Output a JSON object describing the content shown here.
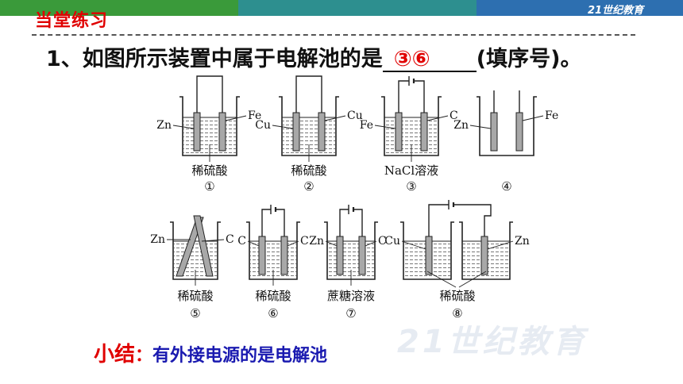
{
  "header": {
    "section_title": "当堂练习",
    "logo_text": "21世纪教育",
    "colors": {
      "band_green": "#3a9a3a",
      "band_teal": "#2d8f8f",
      "band_blue": "#2d6fb0",
      "title_red": "#e00000"
    }
  },
  "question": {
    "prefix": "1、如图所示装置中属于电解池的是",
    "answer": "③⑥",
    "suffix": "(填序号)。"
  },
  "apparatus": [
    {
      "number": "①",
      "solution": "稀硫酸",
      "left": "Zn",
      "right": "Fe"
    },
    {
      "number": "②",
      "solution": "稀硫酸",
      "left": "Cu",
      "right": "Cu"
    },
    {
      "number": "③",
      "solution": "NaCl溶液",
      "left": "Fe",
      "right": "C"
    },
    {
      "number": "④",
      "solution": "",
      "left": "Zn",
      "right": "Fe"
    },
    {
      "number": "⑤",
      "solution": "稀硫酸",
      "left": "Zn",
      "right": "C"
    },
    {
      "number": "⑥",
      "solution": "稀硫酸",
      "left": "C",
      "right": "C"
    },
    {
      "number": "⑦",
      "solution": "蔗糖溶液",
      "left": "Zn",
      "right": "C"
    },
    {
      "number": "⑧",
      "solution": "稀硫酸",
      "left": "Cu",
      "right": "Zn"
    }
  ],
  "summary": {
    "label": "小结",
    "colon": "：",
    "text": "有外接电源的是电解池"
  },
  "watermark": "21世纪教育"
}
